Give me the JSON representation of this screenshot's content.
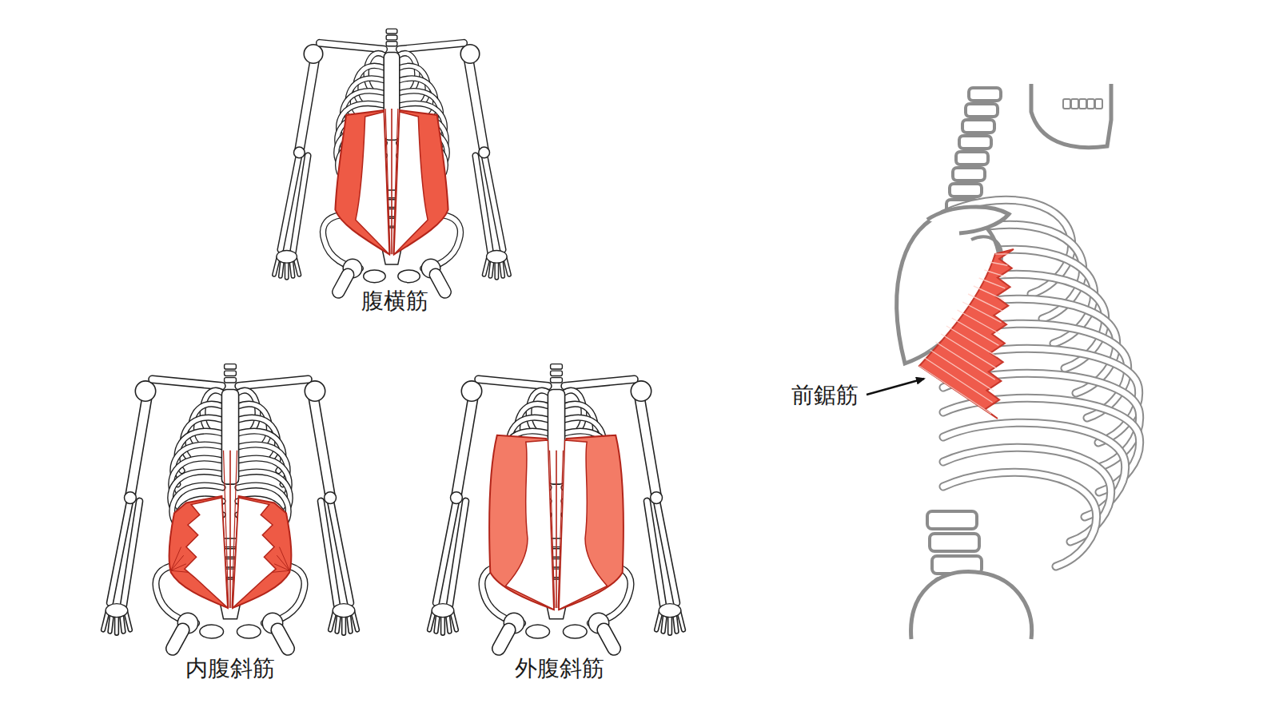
{
  "diagram": {
    "labels": [
      "腹横筋",
      "内腹斜筋",
      "外腹斜筋",
      "前鋸筋"
    ]
  }
}
